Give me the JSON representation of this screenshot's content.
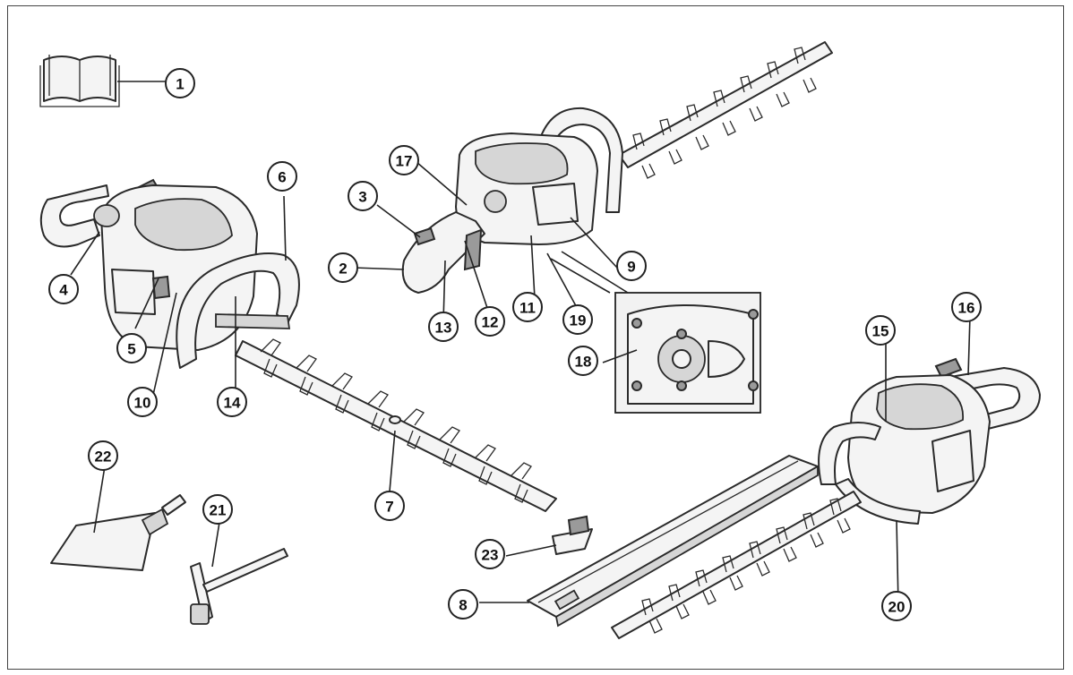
{
  "diagram": {
    "callouts": [
      {
        "id": "c1",
        "label": "1"
      },
      {
        "id": "c2",
        "label": "2"
      },
      {
        "id": "c3",
        "label": "3"
      },
      {
        "id": "c4",
        "label": "4"
      },
      {
        "id": "c5",
        "label": "5"
      },
      {
        "id": "c6",
        "label": "6"
      },
      {
        "id": "c7",
        "label": "7"
      },
      {
        "id": "c8",
        "label": "8"
      },
      {
        "id": "c9",
        "label": "9"
      },
      {
        "id": "c10",
        "label": "10"
      },
      {
        "id": "c11",
        "label": "11"
      },
      {
        "id": "c12",
        "label": "12"
      },
      {
        "id": "c13",
        "label": "13"
      },
      {
        "id": "c14",
        "label": "14"
      },
      {
        "id": "c15",
        "label": "15"
      },
      {
        "id": "c16",
        "label": "16"
      },
      {
        "id": "c17",
        "label": "17"
      },
      {
        "id": "c18",
        "label": "18"
      },
      {
        "id": "c19",
        "label": "19"
      },
      {
        "id": "c20",
        "label": "20"
      },
      {
        "id": "c21",
        "label": "21"
      },
      {
        "id": "c22",
        "label": "22"
      },
      {
        "id": "c23",
        "label": "23"
      }
    ]
  },
  "icons": [
    "manual-book-icon",
    "hedge-trimmer-left",
    "hedge-trimmer-top",
    "hedge-trimmer-right",
    "gear-detail-inset",
    "grease-tube",
    "spark-plug-wrench",
    "blade-guard",
    "blade-clip"
  ]
}
